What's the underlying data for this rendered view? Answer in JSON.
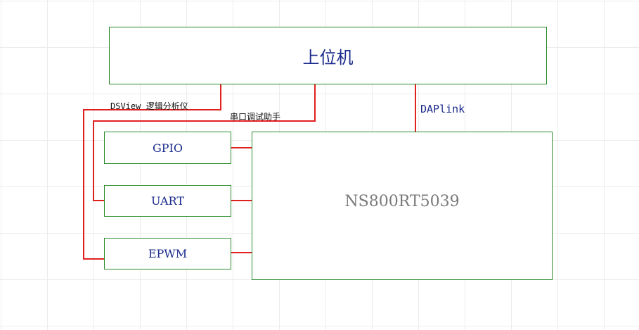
{
  "diagram": {
    "nodes": {
      "host": "上位机",
      "mcu": "NS800RT5039",
      "gpio": "GPIO",
      "uart": "UART",
      "epwm": "EPWM"
    },
    "edge_labels": {
      "dsview": "DSView 逻辑分析仪",
      "serial": "串口调试助手",
      "daplink": "DAPlink"
    },
    "colors": {
      "box_border": "#2a8a2a",
      "wire": "#e0201f",
      "node_text": "#1a2a8c",
      "mcu_text": "#7a7a7a"
    }
  }
}
